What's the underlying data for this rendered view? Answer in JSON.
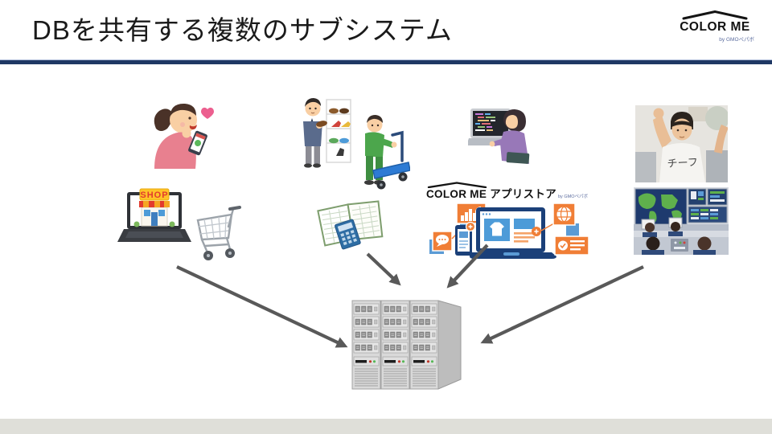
{
  "slide": {
    "title": "DBを共有する複数のサブシステム"
  },
  "brand": {
    "logo_text": "COLOR ME",
    "logo_byline": "by GMOペパボ"
  },
  "illustrations": {
    "shop_laptop": {
      "sign_text": "SHOP"
    },
    "appstore": {
      "logo_text": "COLOR ME アプリストア",
      "logo_byline": "by GMOペパボ"
    },
    "chief_photo": {
      "shirt_text": "チーフ"
    }
  },
  "colors": {
    "title_rule": "#1F3864",
    "arrow": "#595959",
    "footer_bar": "#DFDFD9",
    "accent_orange": "#F07E36",
    "accent_blue": "#5B9BD5",
    "brand_navy": "#1B4079",
    "map_green": "#5FB04C",
    "server_gray": "#D9D9D9"
  }
}
